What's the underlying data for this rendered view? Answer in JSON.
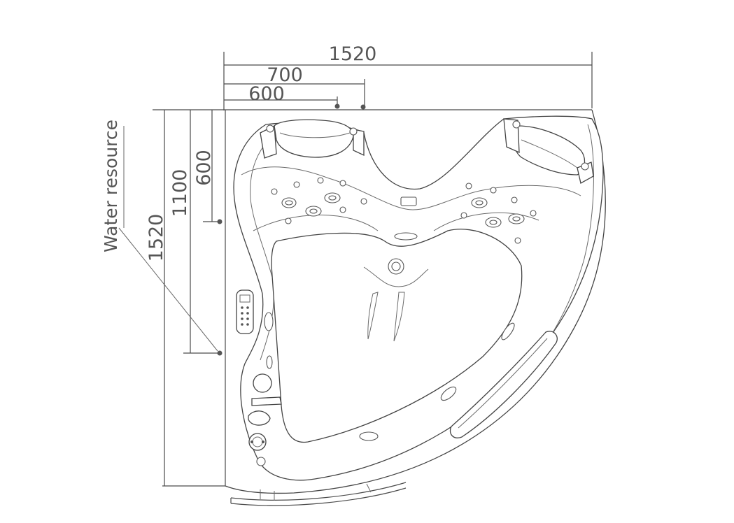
{
  "dimensions": {
    "overall_width": "1520",
    "width_700": "700",
    "width_600": "600",
    "overall_depth": "1520",
    "depth_1100": "1100",
    "depth_600": "600"
  },
  "labels": {
    "water_resource": "Water resource"
  },
  "colors": {
    "line": "#4a4a4a",
    "text": "#555555",
    "background": "#ffffff"
  }
}
